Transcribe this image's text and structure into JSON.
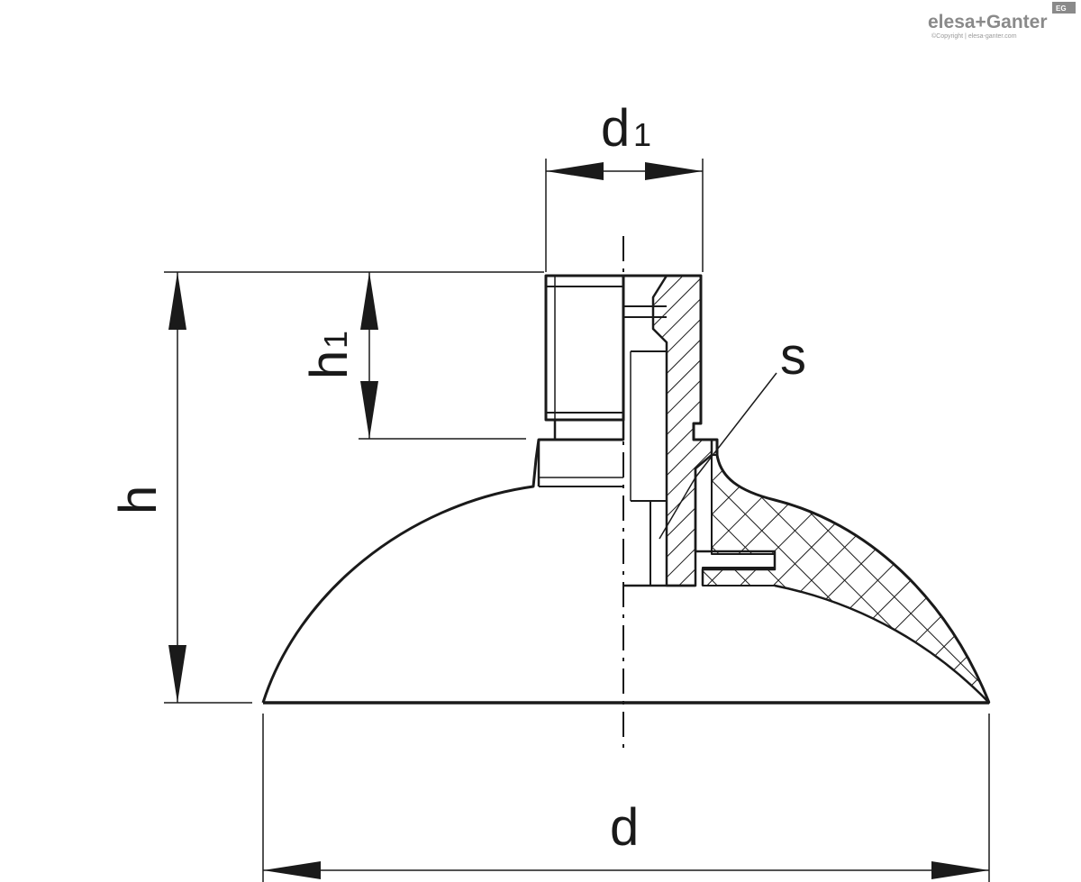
{
  "logo": {
    "brand": "elesa+Ganter",
    "copyright": "©Copyright | elesa-ganter.com",
    "badge": "EG"
  },
  "labels": {
    "d1_main": "d",
    "d1_sub": "1",
    "h1_main": "h",
    "h1_sub": "1",
    "h": "h",
    "s": "s",
    "d": "d"
  },
  "colors": {
    "line": "#1a1a1a",
    "logo": "#8a8a8a"
  }
}
